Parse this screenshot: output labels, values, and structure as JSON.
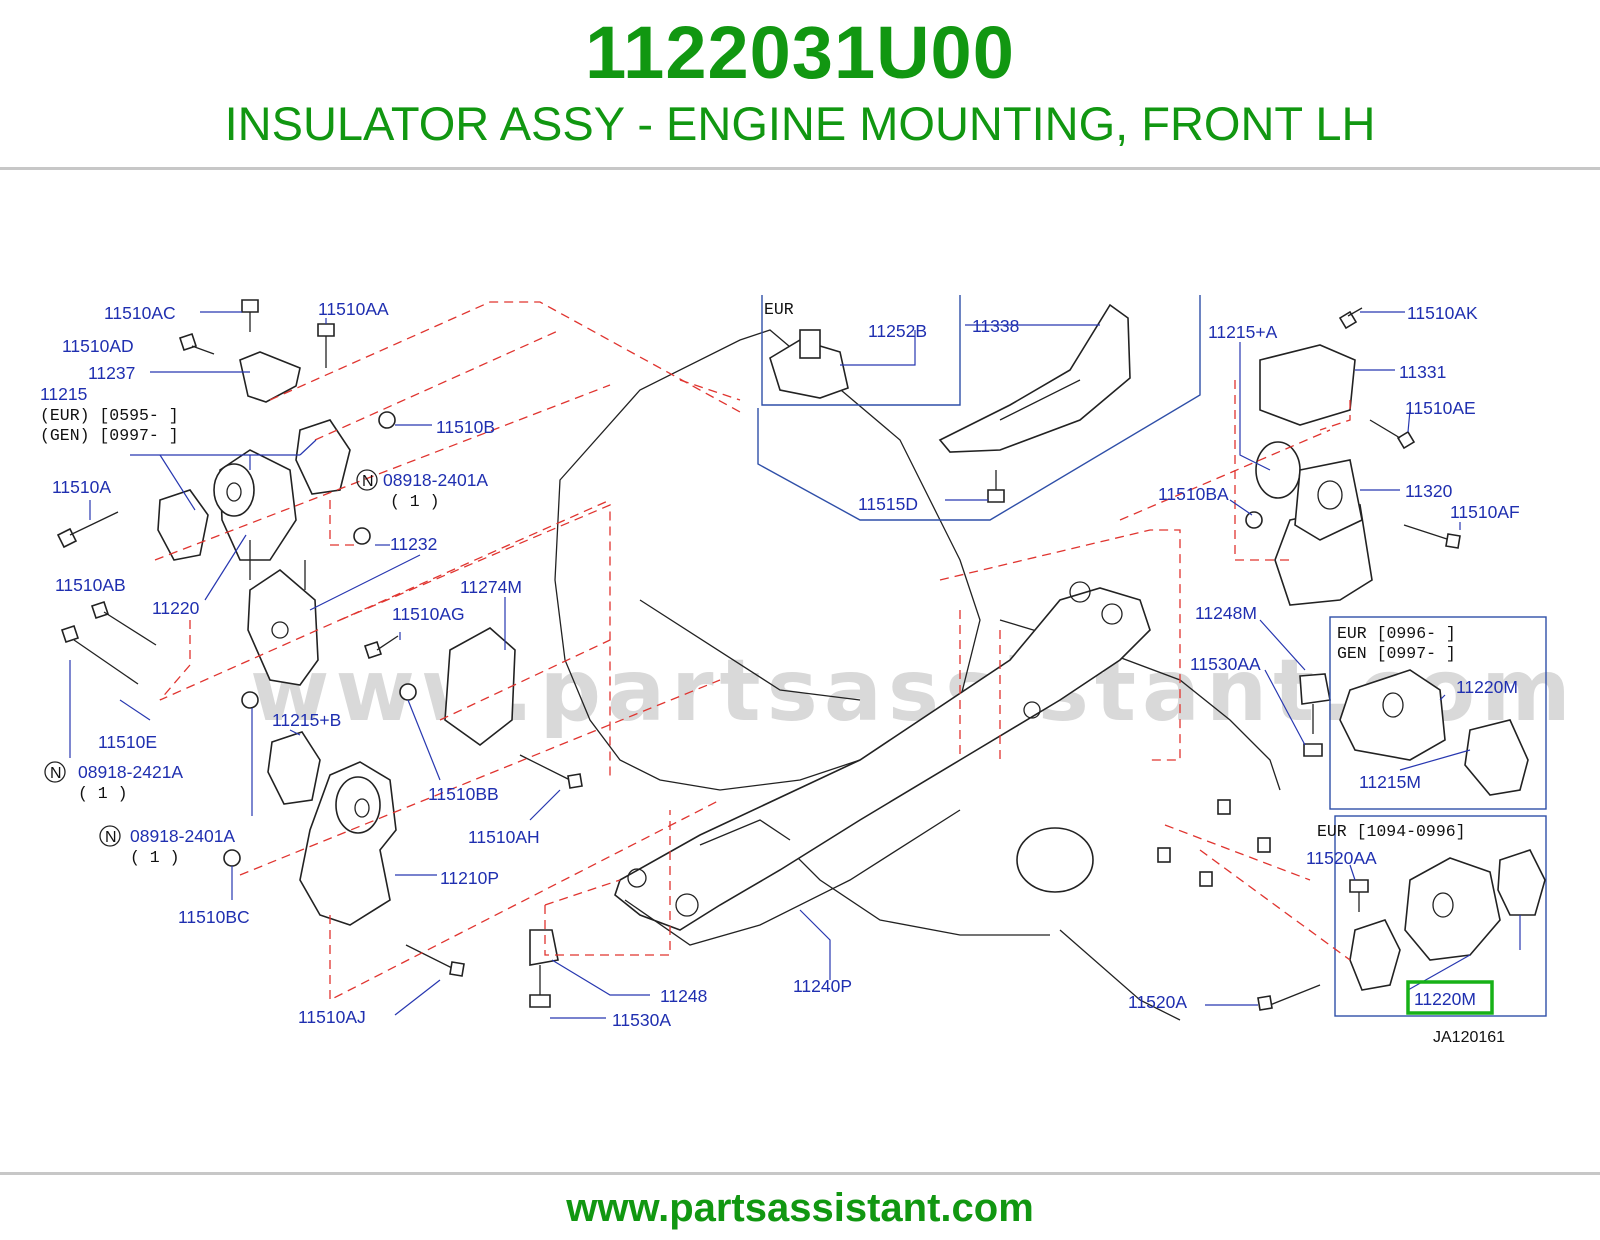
{
  "header": {
    "part_number": "1122031U00",
    "description": "INSULATOR ASSY - ENGINE MOUNTING, FRONT LH"
  },
  "footer": {
    "url": "www.partsassistant.com"
  },
  "watermark": "www.partsassistant.com",
  "diagram": {
    "reference": "JA120161",
    "highlight_color": "#17b117",
    "labels": {
      "p11510AC": "11510AC",
      "p11510AA": "11510AA",
      "p11510AD": "11510AD",
      "p11237": "11237",
      "p11215": "11215",
      "p11510B": "11510B",
      "p11510A": "11510A",
      "p08918_2401A_a": "08918-2401A",
      "p11232": "11232",
      "p11510AB": "11510AB",
      "p11220": "11220",
      "p11274M": "11274M",
      "p11510AG": "11510AG",
      "p11510E": "11510E",
      "p08918_2421A": "08918-2421A",
      "p11215B": "11215+B",
      "p11510BB": "11510BB",
      "p08918_2401A_b": "08918-2401A",
      "p11510AH": "11510AH",
      "p11210P": "11210P",
      "p11510BC": "11510BC",
      "p11510AJ": "11510AJ",
      "p11248": "11248",
      "p11530A": "11530A",
      "p11240P": "11240P",
      "p11252B": "11252B",
      "p11338": "11338",
      "p11515D": "11515D",
      "p11215A": "11215+A",
      "p11510AK": "11510AK",
      "p11331": "11331",
      "p11510AE": "11510AE",
      "p11510BA": "11510BA",
      "p11320": "11320",
      "p11510AF": "11510AF",
      "p11248M": "11248M",
      "p11530AA": "11530AA",
      "p11220M_a": "11220M",
      "p11215M": "11215M",
      "p11520AA": "11520AA",
      "p11520A": "11520A",
      "p11220M_b": "11220M"
    },
    "qualifiers": {
      "eur_0595": "(EUR)  [0595-        ]",
      "gen_0997": "(GEN)  [0997-        ]",
      "qty_1_a": "( 1 )",
      "qty_1_b": "( 1 )",
      "qty_1_c": "( 1 )",
      "n_a": "N",
      "n_b": "N",
      "n_c": "N",
      "eur_box": "EUR",
      "eur_0996": "EUR [0996-         ]",
      "gen_0997_box": "GEN [0997-         ]",
      "eur_1094": "EUR  [1094-0996]"
    }
  }
}
